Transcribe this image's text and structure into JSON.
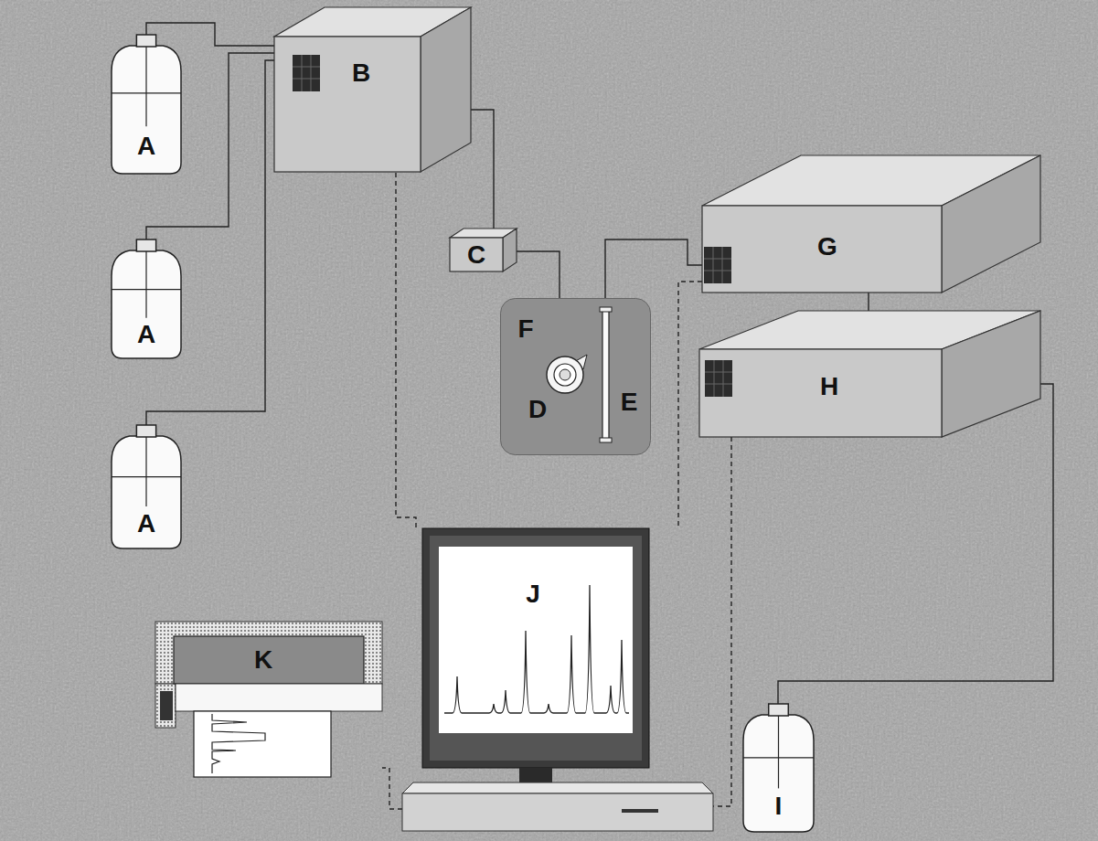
{
  "diagram": {
    "nodes": [
      {
        "text": [
          "A"
        ]
      },
      {
        "text": [
          "B"
        ]
      },
      {
        "text": [
          "A"
        ]
      },
      {
        "text": [
          "C"
        ]
      },
      {
        "text": [
          "F"
        ]
      },
      {
        "text": [
          "D"
        ],
        "in": 4
      },
      {
        "text": [
          "E"
        ],
        "in": 4
      },
      {
        "text": [
          "G"
        ]
      },
      {
        "text": [
          "H"
        ]
      },
      {
        "text": [
          "A"
        ]
      },
      {
        "text": [
          "K"
        ]
      },
      {
        "text": [
          "J"
        ]
      },
      {
        "text": [
          "I"
        ]
      }
    ],
    "edges": [
      {
        "from": 0,
        "to": 1,
        "arrow": "none"
      },
      {
        "from": 2,
        "to": 1,
        "arrow": "none"
      },
      {
        "from": 9,
        "to": 1,
        "arrow": "none"
      },
      {
        "from": 1,
        "to": 3,
        "arrow": "none"
      },
      {
        "from": 3,
        "to": 5,
        "arrow": "none"
      },
      {
        "from": 5,
        "to": 6,
        "arrow": "none"
      },
      {
        "from": 6,
        "to": 7,
        "arrow": "none"
      },
      {
        "from": 7,
        "to": 8,
        "arrow": "none"
      },
      {
        "from": 8,
        "to": 12,
        "arrow": "none"
      },
      {
        "from": 1,
        "to": 11,
        "arrow": "none"
      },
      {
        "from": 7,
        "to": 11,
        "arrow": "none"
      },
      {
        "from": 8,
        "to": 11,
        "arrow": "none"
      },
      {
        "from": 11,
        "to": 10,
        "arrow": "none"
      }
    ]
  }
}
